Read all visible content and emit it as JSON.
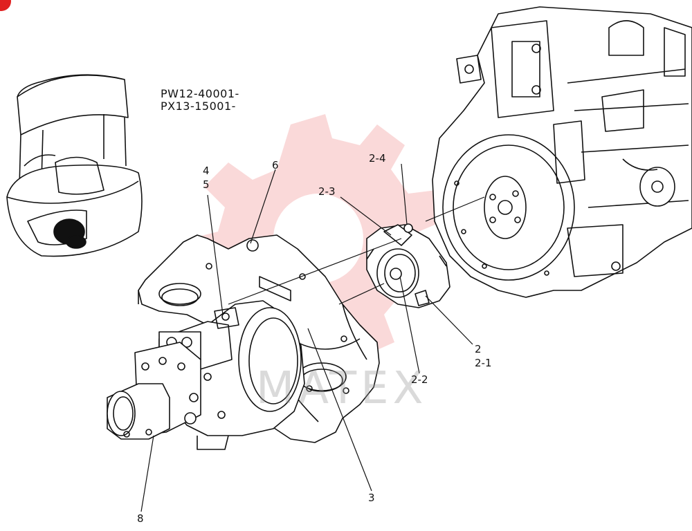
{
  "serials": [
    "PW12-40001-",
    "PX13-15001-"
  ],
  "watermark": {
    "text": "MATEX",
    "color": "#e23b3b"
  },
  "labels": {
    "l4": "4",
    "l5": "5",
    "l6": "6",
    "l2_4": "2-4",
    "l2_3": "2-3",
    "l2": "2",
    "l2_1": "2-1",
    "l2_2": "2-2",
    "l3": "3",
    "l8": "8"
  }
}
